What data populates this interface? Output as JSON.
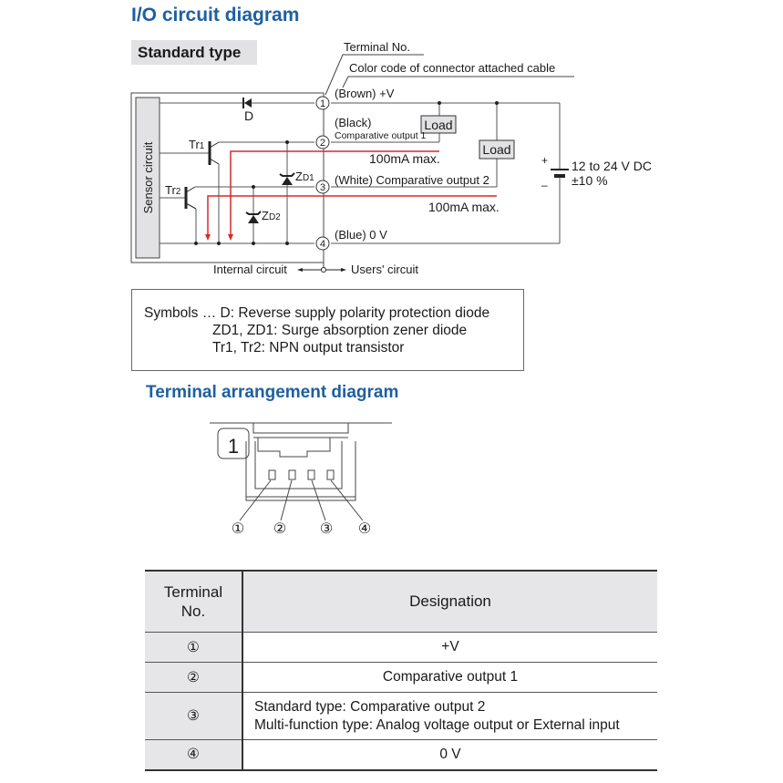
{
  "title": "I/O circuit diagram",
  "badge": "Standard type",
  "circuit": {
    "terminal_no_label": "Terminal No.",
    "color_code_label": "Color code of connector attached cable",
    "terminals": [
      {
        "num": "1",
        "label": "(Brown) +V"
      },
      {
        "num": "2",
        "label": "(Black)",
        "sublabel": "Comparative output 1"
      },
      {
        "num": "3",
        "label": "(White) Comparative output 2"
      },
      {
        "num": "4",
        "label": "(Blue) 0 V"
      }
    ],
    "sensor_circuit": "Sensor circuit",
    "diode": "D",
    "tr1": "Tr",
    "tr1_sub": "1",
    "tr2": "Tr",
    "tr2_sub": "2",
    "zd1": "Z",
    "zd1_sub": "D1",
    "zd2": "Z",
    "zd2_sub": "D2",
    "load1": "Load",
    "load2": "Load",
    "max1": "100mA max.",
    "max2": "100mA max.",
    "plus": "+",
    "minus": "–",
    "supply": "12 to 24 V DC",
    "tolerance": "±10 %",
    "internal": "Internal circuit",
    "users": "Users' circuit"
  },
  "symbols": {
    "line1": "Symbols … D: Reverse supply polarity protection diode",
    "line2": "ZD1, ZD1: Surge absorption zener diode",
    "line3": "Tr1, Tr2: NPN output transistor"
  },
  "terminal_title": "Terminal arrangement diagram",
  "connector": {
    "label": "1",
    "pins": [
      "①",
      "②",
      "③",
      "④"
    ]
  },
  "table": {
    "headers": [
      "Terminal No.",
      "Designation"
    ],
    "rows": [
      {
        "no": "①",
        "designation": "+V"
      },
      {
        "no": "②",
        "designation": "Comparative output 1"
      },
      {
        "no": "③",
        "designation_lines": [
          "Standard type: Comparative output 2",
          "Multi-function type: Analog voltage output or External input"
        ]
      },
      {
        "no": "④",
        "designation": "0 V"
      }
    ]
  },
  "colors": {
    "heading": "#1f5fa0",
    "current_arrow": "#d62a2a",
    "wire": "#555555",
    "header_bg": "#e6e6e8"
  }
}
